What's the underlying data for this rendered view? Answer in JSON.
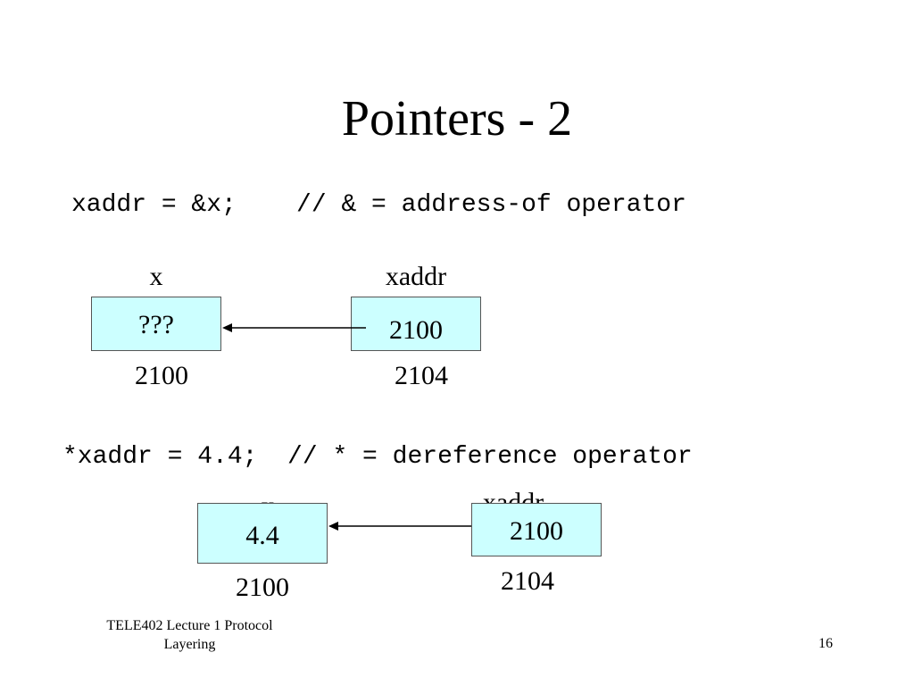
{
  "title": "Pointers - 2",
  "section1": {
    "code": "xaddr = &x;    // & = address-of operator",
    "x_label": "x",
    "xaddr_label": "xaddr",
    "x_box_value": "???",
    "xaddr_box_value": "2100",
    "x_address": "2100",
    "xaddr_address": "2104"
  },
  "section2": {
    "code": "*xaddr = 4.4;  // * = dereference operator",
    "x_label": "x",
    "xaddr_label": "xaddr",
    "x_box_value": "4.4",
    "xaddr_box_value": "2100",
    "x_address": "2100",
    "xaddr_address": "2104"
  },
  "footer": {
    "course": "TELE402 Lecture 1 Protocol Layering",
    "page_number": "16"
  },
  "colors": {
    "box_fill": "#ccffff",
    "box_border": "#555555",
    "text": "#000000"
  }
}
